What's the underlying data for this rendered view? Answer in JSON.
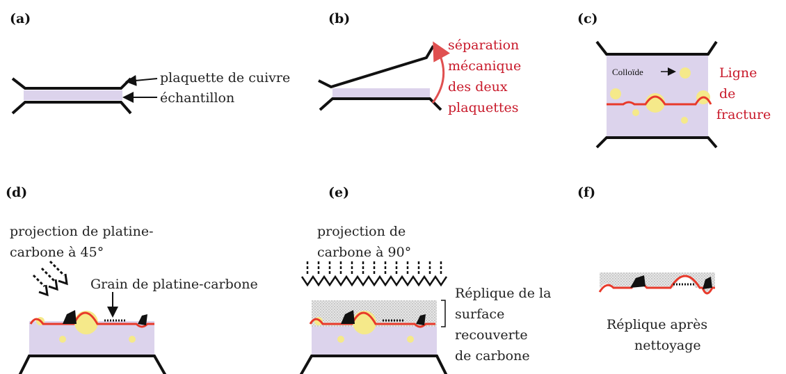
{
  "colors": {
    "red": "#c8192a",
    "fracture_red": "#e8392a",
    "sample_lavender": "#dcd3ec",
    "colloid_yellow": "#f5e98a",
    "plate_black": "#111111",
    "replica_gray": "#d9d9d9"
  },
  "panels": {
    "a": {
      "label": "(a)",
      "plate": "plaquette de cuivre",
      "sample": "échantillon"
    },
    "b": {
      "label": "(b)",
      "line1": "séparation",
      "line2": "mécanique",
      "line3": "des deux",
      "line4": "plaquettes"
    },
    "c": {
      "label": "(c)",
      "colloid": "Colloïde",
      "line1": "Ligne",
      "line2": "de",
      "line3": "fracture"
    },
    "d": {
      "label": "(d)",
      "line1": "projection de platine-",
      "line2": "carbone à 45°",
      "grain": "Grain de platine-carbone"
    },
    "e": {
      "label": "(e)",
      "line1": "projection de",
      "line2": "carbone à 90°",
      "r1": "Réplique de la",
      "r2": "surface",
      "r3": "recouverte",
      "r4": "de carbone"
    },
    "f": {
      "label": "(f)",
      "line1": "Réplique après",
      "line2": "nettoyage"
    }
  }
}
